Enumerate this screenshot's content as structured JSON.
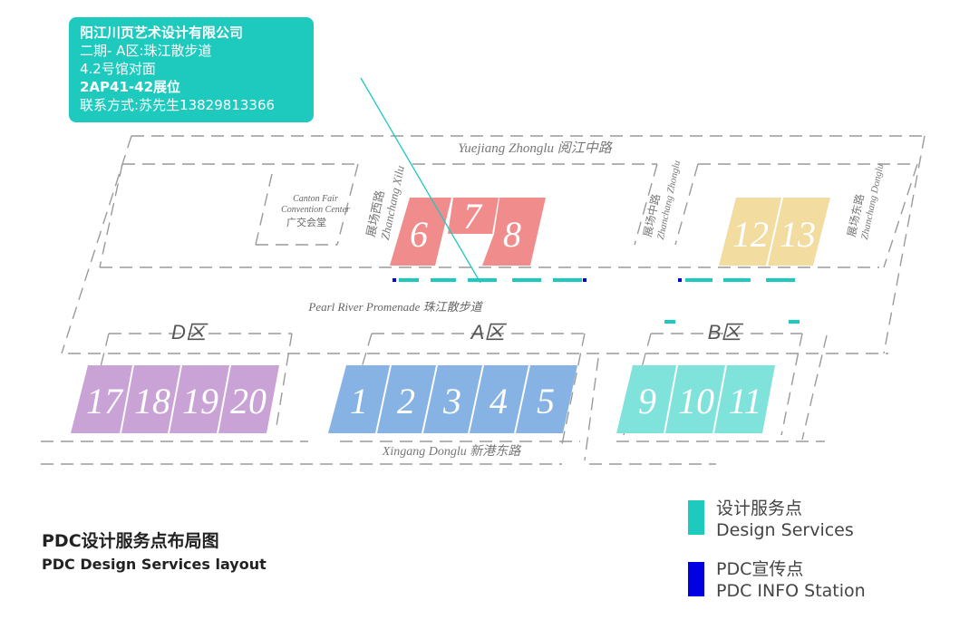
{
  "callout": {
    "company": "阳江川页艺术设计有限公司",
    "line2": "二期- A区:珠江散步道",
    "line3": "4.2号馆对面",
    "booth": "2AP41-42展位",
    "contact": "联系方式:苏先生13829813366"
  },
  "roads": {
    "yuejiang": "Yuejiang Zhonglu 阅江中路",
    "zhanchang_xilu_cn": "展场西路",
    "zhanchang_xilu_en": "Zhanchang Xilu",
    "zhanchang_zhonglu_cn": "展场中路",
    "zhanchang_zhonglu_en": "Zhanchang Zhonglu",
    "zhanchang_donglu_cn": "展场东路",
    "zhanchang_donglu_en": "Zhanchang Donglu",
    "pearl_river": "Pearl River Promenade  珠江散步道",
    "xingang": "Xingang Donglu   新港东路"
  },
  "landmark": {
    "line1": "Canton Fair",
    "line2": "Convention Center",
    "line3": "广交会堂"
  },
  "zones": {
    "d": "D区",
    "a": "A区",
    "b": "B区"
  },
  "halls": {
    "red": [
      "6",
      "7",
      "8"
    ],
    "yellow": [
      "12",
      "13"
    ],
    "purple": [
      "17",
      "18",
      "19",
      "20"
    ],
    "blue": [
      "1",
      "2",
      "3",
      "4",
      "5"
    ],
    "teal": [
      "9",
      "10",
      "11"
    ]
  },
  "colors": {
    "red": "#f07f7f",
    "yellow": "#f2dca0",
    "purple": "#c9a2d6",
    "blue": "#86b3e4",
    "teal": "#7fe3dc",
    "design_services": "#1ec9be",
    "pdc_info": "#0000e0"
  },
  "legend": {
    "title": "PDC设计服务点布局图",
    "subtitle": "PDC Design Services layout",
    "design_cn": "设计服务点",
    "design_en": "Design Services",
    "info_cn": "PDC宣传点",
    "info_en": "PDC INFO Station"
  }
}
